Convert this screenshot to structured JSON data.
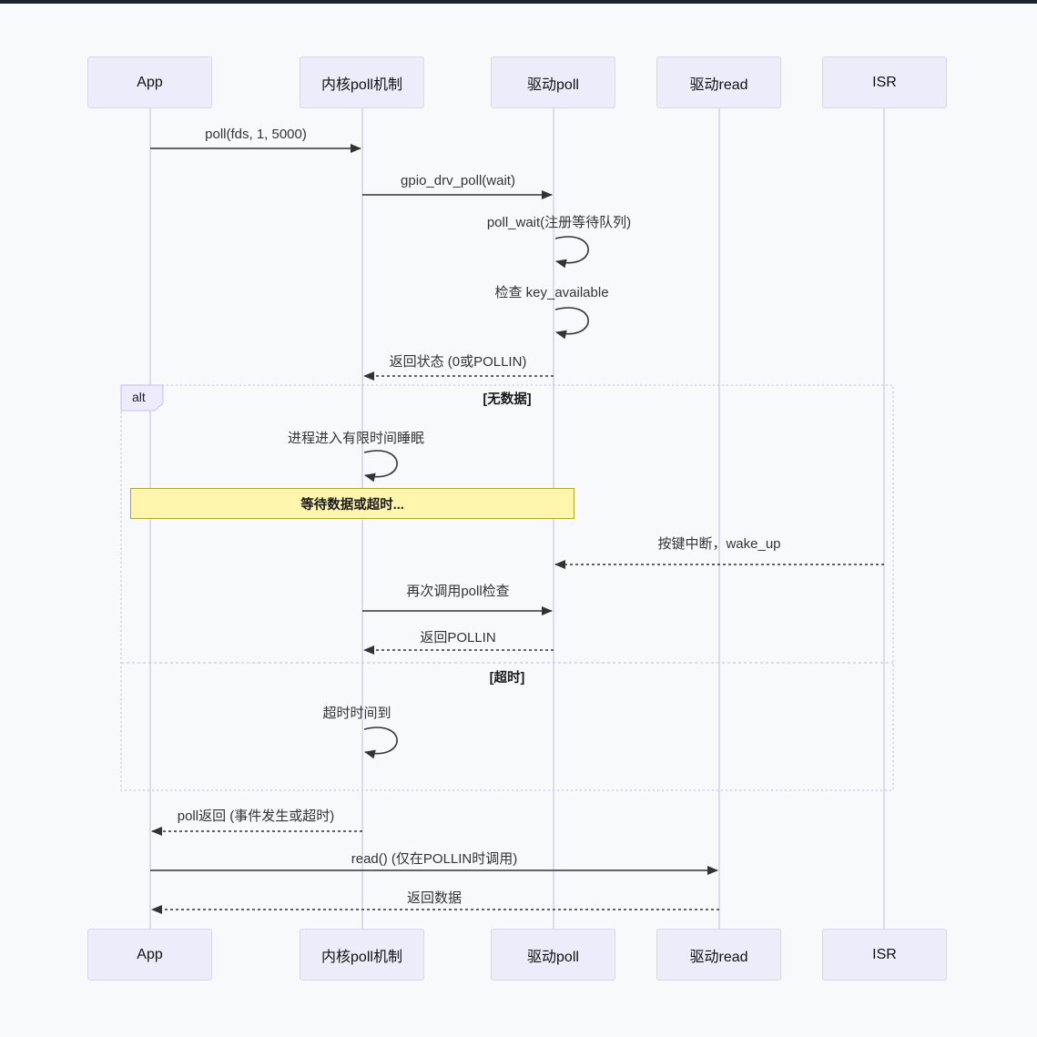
{
  "diagram": {
    "type": "sequence-diagram",
    "participants": [
      {
        "name": "App"
      },
      {
        "name": "内核poll机制"
      },
      {
        "name": "驱动poll"
      },
      {
        "name": "驱动read"
      },
      {
        "name": "ISR"
      }
    ],
    "messages": [
      {
        "label": "poll(fds, 1, 5000)",
        "from": "App",
        "to": "内核poll机制",
        "style": "solid"
      },
      {
        "label": "gpio_drv_poll(wait)",
        "from": "内核poll机制",
        "to": "驱动poll",
        "style": "solid"
      },
      {
        "label": "poll_wait(注册等待队列)",
        "from": "驱动poll",
        "to": "驱动poll",
        "style": "self"
      },
      {
        "label": "检查 key_available",
        "from": "驱动poll",
        "to": "驱动poll",
        "style": "self"
      },
      {
        "label": "返回状态 (0或POLLIN)",
        "from": "驱动poll",
        "to": "内核poll机制",
        "style": "dashed"
      },
      {
        "label": "进程进入有限时间睡眠",
        "from": "内核poll机制",
        "to": "内核poll机制",
        "style": "self"
      },
      {
        "label": "按键中断，wake_up",
        "from": "ISR",
        "to": "驱动poll",
        "style": "dashed"
      },
      {
        "label": "再次调用poll检查",
        "from": "内核poll机制",
        "to": "驱动poll",
        "style": "solid"
      },
      {
        "label": "返回POLLIN",
        "from": "驱动poll",
        "to": "内核poll机制",
        "style": "dashed"
      },
      {
        "label": "超时时间到",
        "from": "内核poll机制",
        "to": "内核poll机制",
        "style": "self"
      },
      {
        "label": "poll返回 (事件发生或超时)",
        "from": "内核poll机制",
        "to": "App",
        "style": "dashed"
      },
      {
        "label": "read() (仅在POLLIN时调用)",
        "from": "App",
        "to": "驱动read",
        "style": "solid"
      },
      {
        "label": "返回数据",
        "from": "驱动read",
        "to": "App",
        "style": "dashed"
      }
    ],
    "alt_block": {
      "keyword": "alt",
      "conditions": [
        "[无数据]",
        "[超时]"
      ]
    },
    "note": {
      "text": "等待数据或超时..."
    },
    "colors": {
      "background": "#F8F9FB",
      "top_bar": "#1D222B",
      "actor_fill": "#ECECFB",
      "actor_border": "#D9D6F0",
      "lifeline": "#D6D2EE",
      "arrow": "#333333",
      "note_fill": "#FFF5AD",
      "note_border": "#AAAA33",
      "frame_border": "#CCC3F0",
      "frame_tab_fill": "#EDEBFD"
    }
  }
}
